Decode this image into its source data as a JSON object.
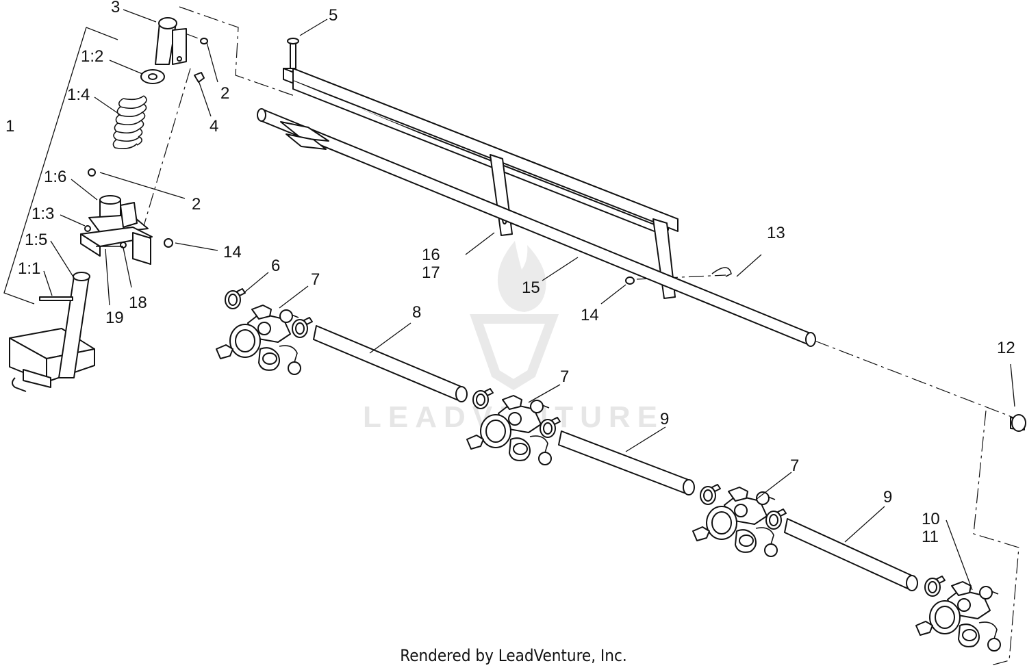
{
  "watermark": {
    "text": "LEADVENTURE"
  },
  "footer": {
    "text": "Rendered by LeadVenture, Inc."
  },
  "callouts": [
    {
      "id": "c1",
      "text": "1"
    },
    {
      "id": "c1-1",
      "text": "1:1"
    },
    {
      "id": "c1-2",
      "text": "1:2"
    },
    {
      "id": "c1-3",
      "text": "1:3"
    },
    {
      "id": "c1-4",
      "text": "1:4"
    },
    {
      "id": "c1-5",
      "text": "1:5"
    },
    {
      "id": "c1-6",
      "text": "1:6"
    },
    {
      "id": "c2a",
      "text": "2"
    },
    {
      "id": "c2b",
      "text": "2"
    },
    {
      "id": "c3",
      "text": "3"
    },
    {
      "id": "c4",
      "text": "4"
    },
    {
      "id": "c5",
      "text": "5"
    },
    {
      "id": "c6",
      "text": "6"
    },
    {
      "id": "c7a",
      "text": "7"
    },
    {
      "id": "c7b",
      "text": "7"
    },
    {
      "id": "c7c",
      "text": "7"
    },
    {
      "id": "c8",
      "text": "8"
    },
    {
      "id": "c9a",
      "text": "9"
    },
    {
      "id": "c9b",
      "text": "9"
    },
    {
      "id": "c10",
      "text": "10"
    },
    {
      "id": "c11",
      "text": "11"
    },
    {
      "id": "c12",
      "text": "12"
    },
    {
      "id": "c13",
      "text": "13"
    },
    {
      "id": "c14a",
      "text": "14"
    },
    {
      "id": "c14b",
      "text": "14"
    },
    {
      "id": "c15",
      "text": "15"
    },
    {
      "id": "c16",
      "text": "16"
    },
    {
      "id": "c17",
      "text": "17"
    },
    {
      "id": "c18",
      "text": "18"
    },
    {
      "id": "c19",
      "text": "19"
    }
  ]
}
